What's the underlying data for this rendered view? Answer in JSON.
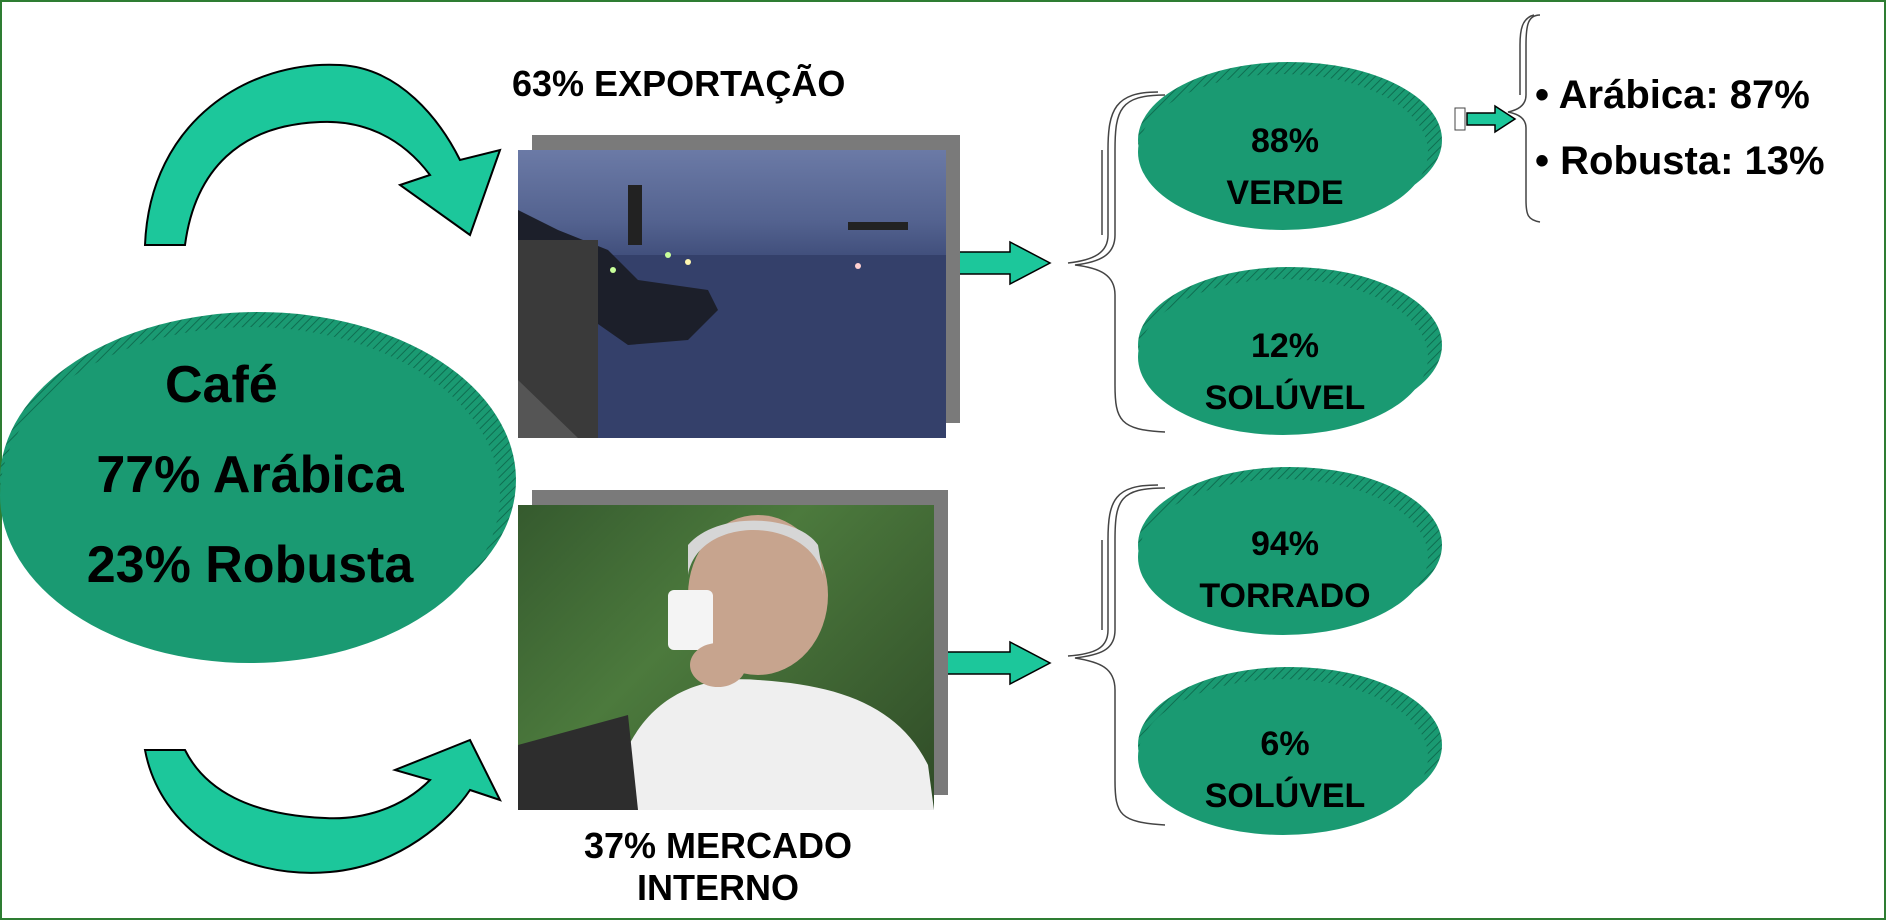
{
  "colors": {
    "ellipse_fill": "#1a9a72",
    "ellipse_edge": "#0f5d45",
    "arrow_fill": "#1cc79b",
    "frame": "#2e7d32"
  },
  "main": {
    "line1": "Café",
    "line2": "77% Arábica",
    "line3": "23% Robusta"
  },
  "export": {
    "label": "63% EXPORTAÇÃO",
    "photo": "ship-photo",
    "branches": [
      {
        "percent": "88%",
        "name": "VERDE"
      },
      {
        "percent": "12%",
        "name": "SOLÚVEL"
      }
    ],
    "verde_breakdown": [
      "• Arábica:  87%",
      "• Robusta: 13%"
    ]
  },
  "domestic": {
    "label_line1": "37% MERCADO",
    "label_line2": "INTERNO",
    "photo": "man-drinking-coffee-photo",
    "branches": [
      {
        "percent": "94%",
        "name": "TORRADO"
      },
      {
        "percent": "6%",
        "name": "SOLÚVEL"
      }
    ]
  }
}
